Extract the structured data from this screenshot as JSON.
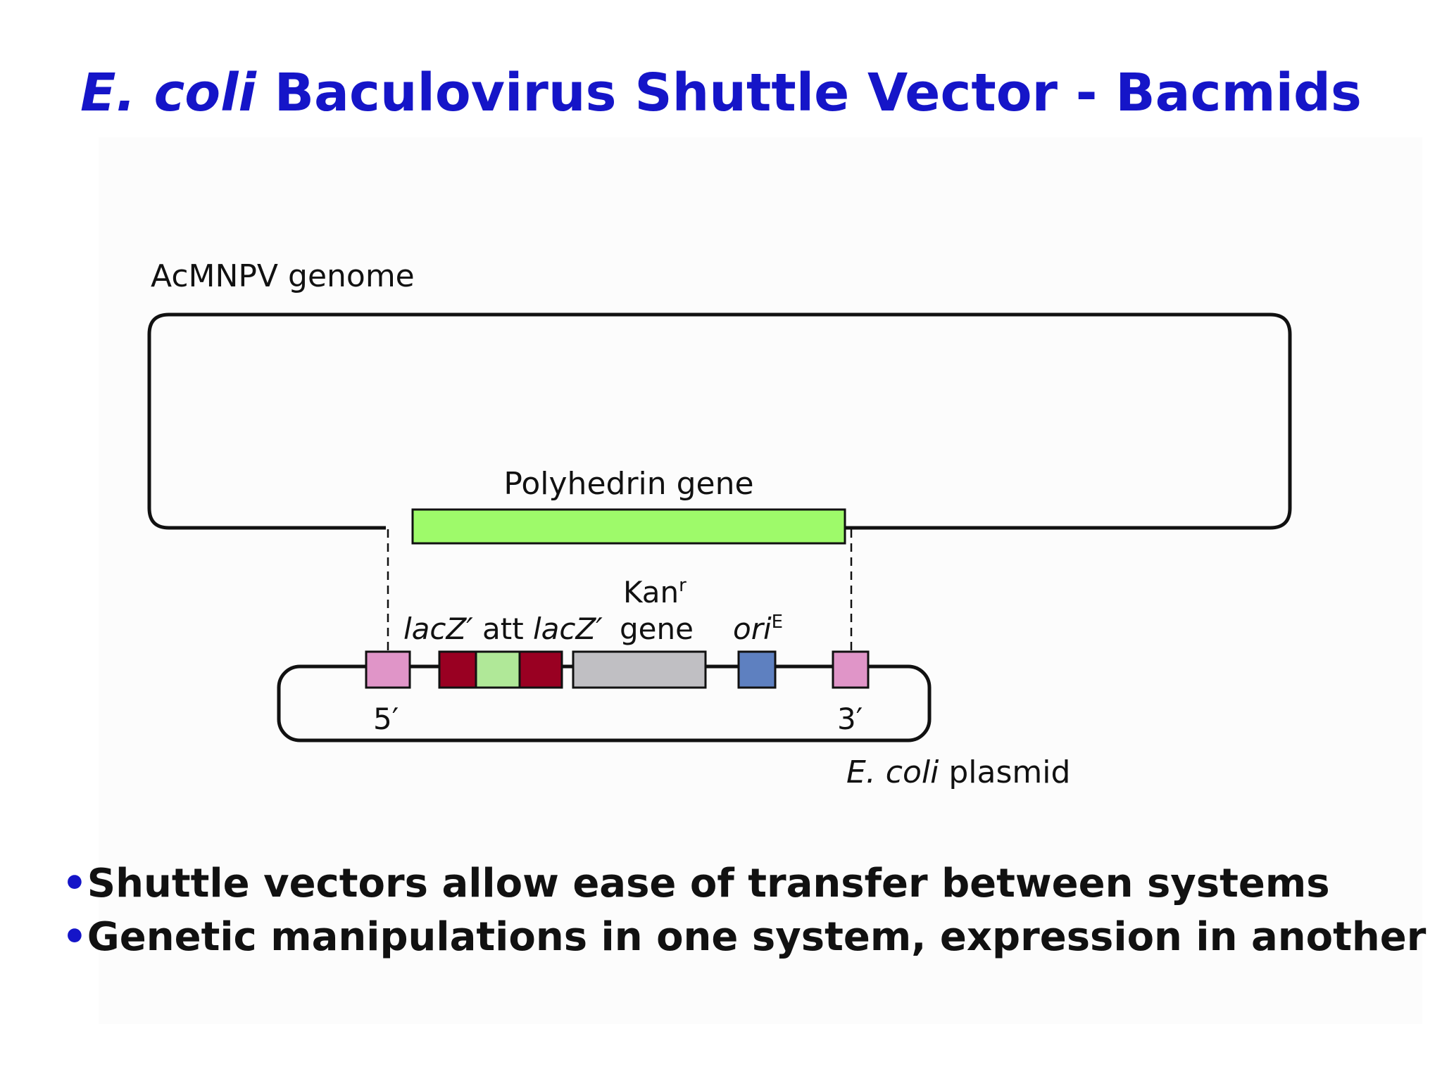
{
  "title": {
    "italic": "E. coli",
    "rest": " Baculovirus Shuttle Vector - Bacmids"
  },
  "diagram": {
    "genome_label": "AcMNPV genome",
    "polyhedrin_label": "Polyhedrin gene",
    "kan_label": "Kan",
    "kan_sup": "r",
    "kan_gene_label": "gene",
    "lacz_left_label": "lacZ′",
    "att_label": "att",
    "lacz_right_label": "lacZ′",
    "ori_label": "ori",
    "ori_sup": "E",
    "five_prime_label": "5′",
    "three_prime_label": "3′",
    "plasmid_label_italic": "E. coli",
    "plasmid_label_rest": " plasmid",
    "colors": {
      "polyhedrin": "#9efa6a",
      "flank_pink": "#e095c8",
      "lacz_red": "#990022",
      "att_green": "#b0e898",
      "kan_gray": "#c0bfc3",
      "ori_blue": "#5e80c0"
    }
  },
  "bullets": {
    "marker": "•",
    "items": [
      "Shuttle vectors allow ease of transfer between systems",
      "Genetic manipulations in one system, expression in another"
    ]
  }
}
